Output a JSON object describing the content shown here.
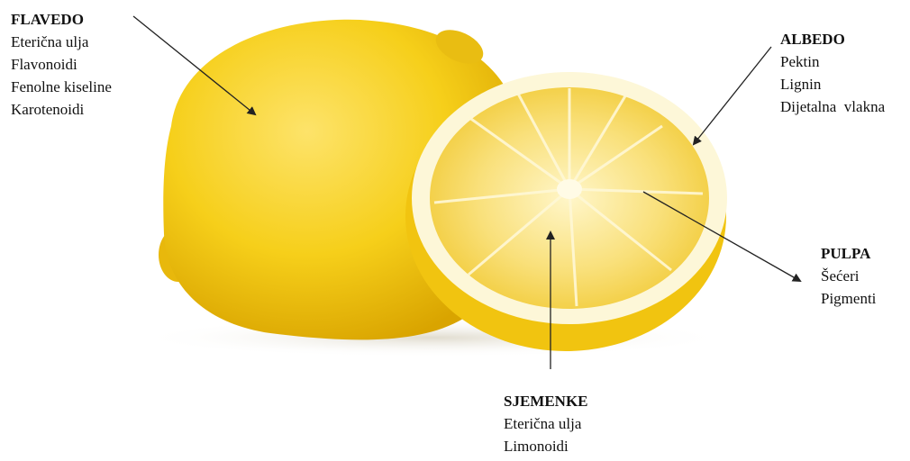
{
  "labels": {
    "flavedo": {
      "heading": "FLAVEDO",
      "items": [
        "Eterična ulja",
        "Flavonoidi",
        "Fenolne kiseline",
        "Karotenoidi"
      ]
    },
    "albedo": {
      "heading": "ALBEDO",
      "items": [
        "Pektin",
        "Lignin",
        "Dijetalna  vlakna"
      ]
    },
    "pulpa": {
      "heading": "PULPA",
      "items": [
        "Šećeri",
        "Pigmenti"
      ]
    },
    "sjemenke": {
      "heading": "SJEMENKE",
      "items": [
        "Eterična ulja",
        "Limonoidi"
      ]
    }
  },
  "colors": {
    "background": "#ffffff",
    "lemon_peel": "#f6cf1a",
    "lemon_peel_dark": "#e2b008",
    "albedo": "#fdf7d8",
    "pulp": "#f8dc6a",
    "text": "#111111",
    "pointer": "#222222"
  },
  "image_subject": "lemon-whole-and-halved"
}
